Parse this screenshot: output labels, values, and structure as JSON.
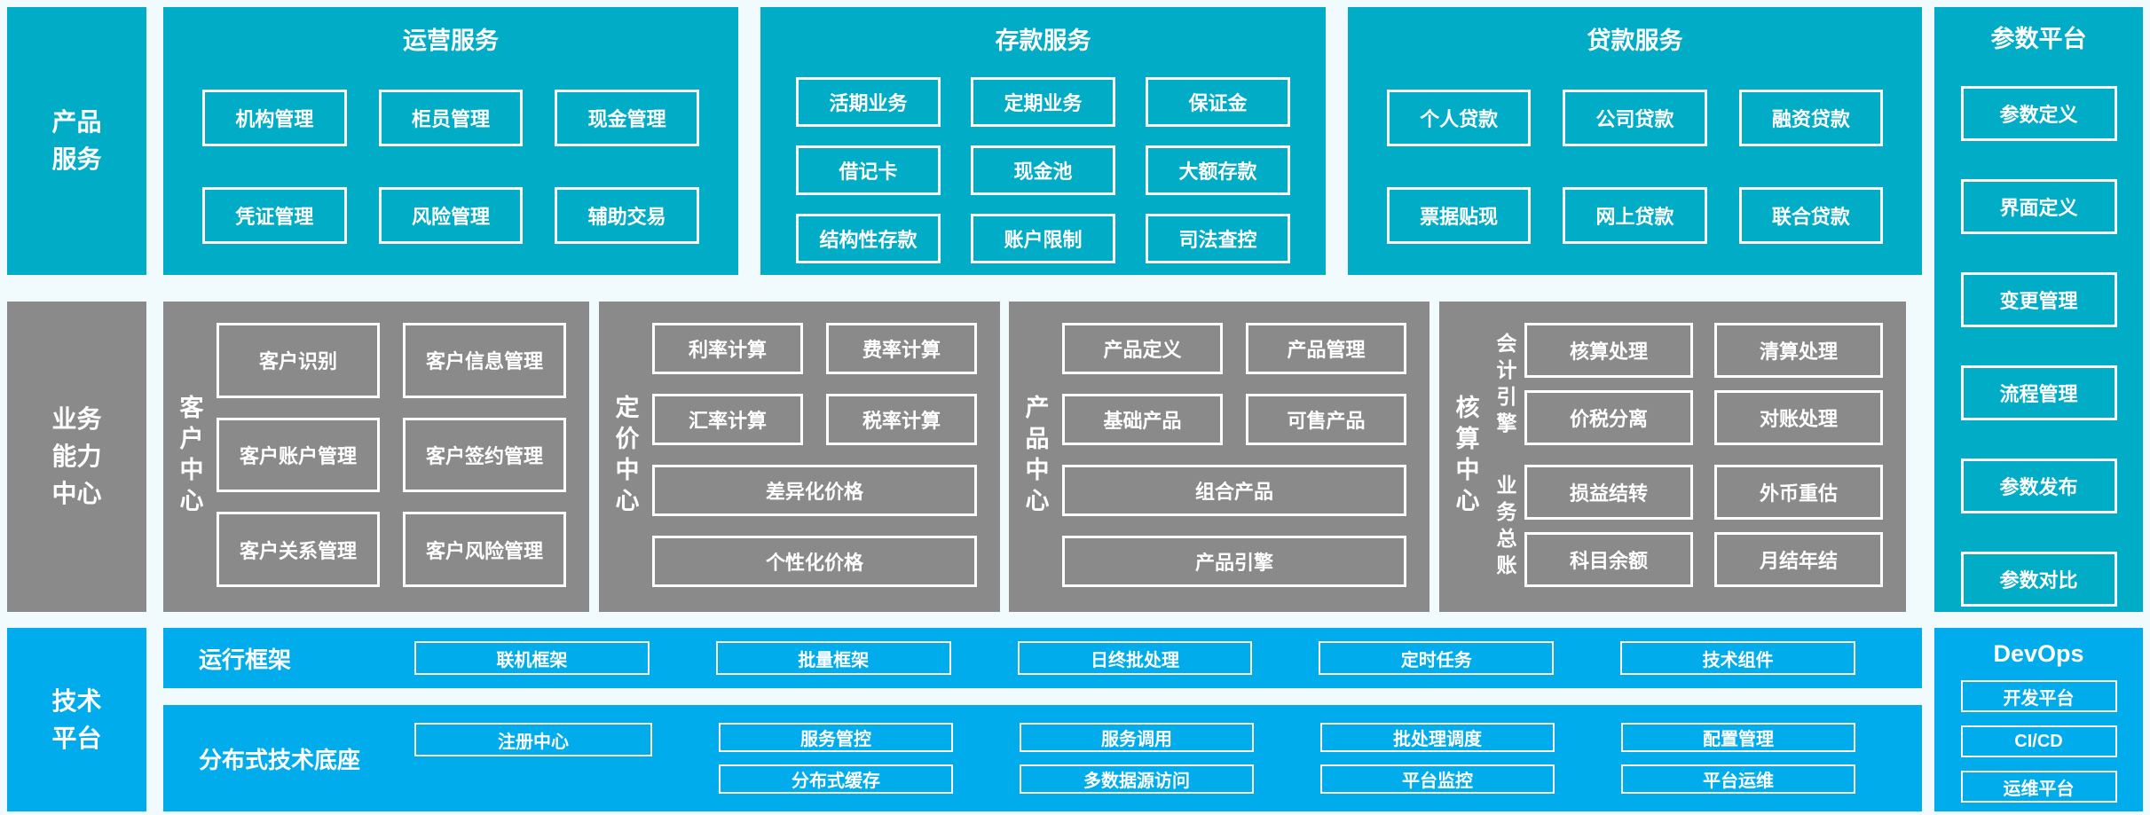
{
  "palette": {
    "teal": "#00acc6",
    "gray": "#8a8a8a",
    "blue": "#00aceb",
    "background": "#f1fafc",
    "text": "#ffffff"
  },
  "left_rail": {
    "product_services": "产品\n服务",
    "business_capability": "业务\n能力\n中心",
    "tech_platform": "技术\n平台"
  },
  "top": {
    "operations": {
      "title": "运营服务",
      "items": [
        "机构管理",
        "柜员管理",
        "现金管理",
        "凭证管理",
        "风险管理",
        "辅助交易"
      ]
    },
    "deposit": {
      "title": "存款服务",
      "items": [
        "活期业务",
        "定期业务",
        "保证金",
        "借记卡",
        "现金池",
        "大额存款",
        "结构性存款",
        "账户限制",
        "司法查控"
      ]
    },
    "loan": {
      "title": "贷款服务",
      "items": [
        "个人贷款",
        "公司贷款",
        "融资贷款",
        "票据贴现",
        "网上贷款",
        "联合贷款"
      ]
    }
  },
  "param_platform": {
    "title": "参数平台",
    "items": [
      "参数定义",
      "界面定义",
      "变更管理",
      "流程管理",
      "参数发布",
      "参数对比"
    ]
  },
  "capability": {
    "customer": {
      "vlabel": "客\n户\n中\n心",
      "items": [
        "客户识别",
        "客户信息管理",
        "客户账户管理",
        "客户签约管理",
        "客户关系管理",
        "客户风险管理"
      ]
    },
    "pricing": {
      "vlabel": "定\n价\n中\n心",
      "items": [
        "利率计算",
        "费率计算",
        "汇率计算",
        "税率计算"
      ],
      "wide_items": [
        "差异化价格",
        "个性化价格"
      ]
    },
    "product": {
      "vlabel": "产\n品\n中\n心",
      "items": [
        "产品定义",
        "产品管理",
        "基础产品",
        "可售产品"
      ],
      "wide_items": [
        "组合产品",
        "产品引擎"
      ]
    },
    "accounting": {
      "vlabel": "核\n算\n中\n心",
      "groups": [
        {
          "vlabel": "会\n计\n引\n擎",
          "items": [
            "核算处理",
            "清算处理",
            "价税分离",
            "对账处理"
          ]
        },
        {
          "vlabel": "业\n务\n总\n账",
          "items": [
            "损益结转",
            "外币重估",
            "科目余额",
            "月结年结"
          ]
        }
      ]
    }
  },
  "tech": {
    "runtime": {
      "label": "运行框架",
      "items": [
        "联机框架",
        "批量框架",
        "日终批处理",
        "定时任务",
        "技术组件"
      ]
    },
    "distributed": {
      "label": "分布式技术底座",
      "registry": "注册中心",
      "row1": [
        "服务管控",
        "服务调用",
        "批处理调度",
        "配置管理"
      ],
      "row2": [
        "分布式缓存",
        "多数据源访问",
        "平台监控",
        "平台运维"
      ]
    },
    "devops": {
      "title": "DevOps",
      "items": [
        "开发平台",
        "CI/CD",
        "运维平台"
      ]
    }
  }
}
